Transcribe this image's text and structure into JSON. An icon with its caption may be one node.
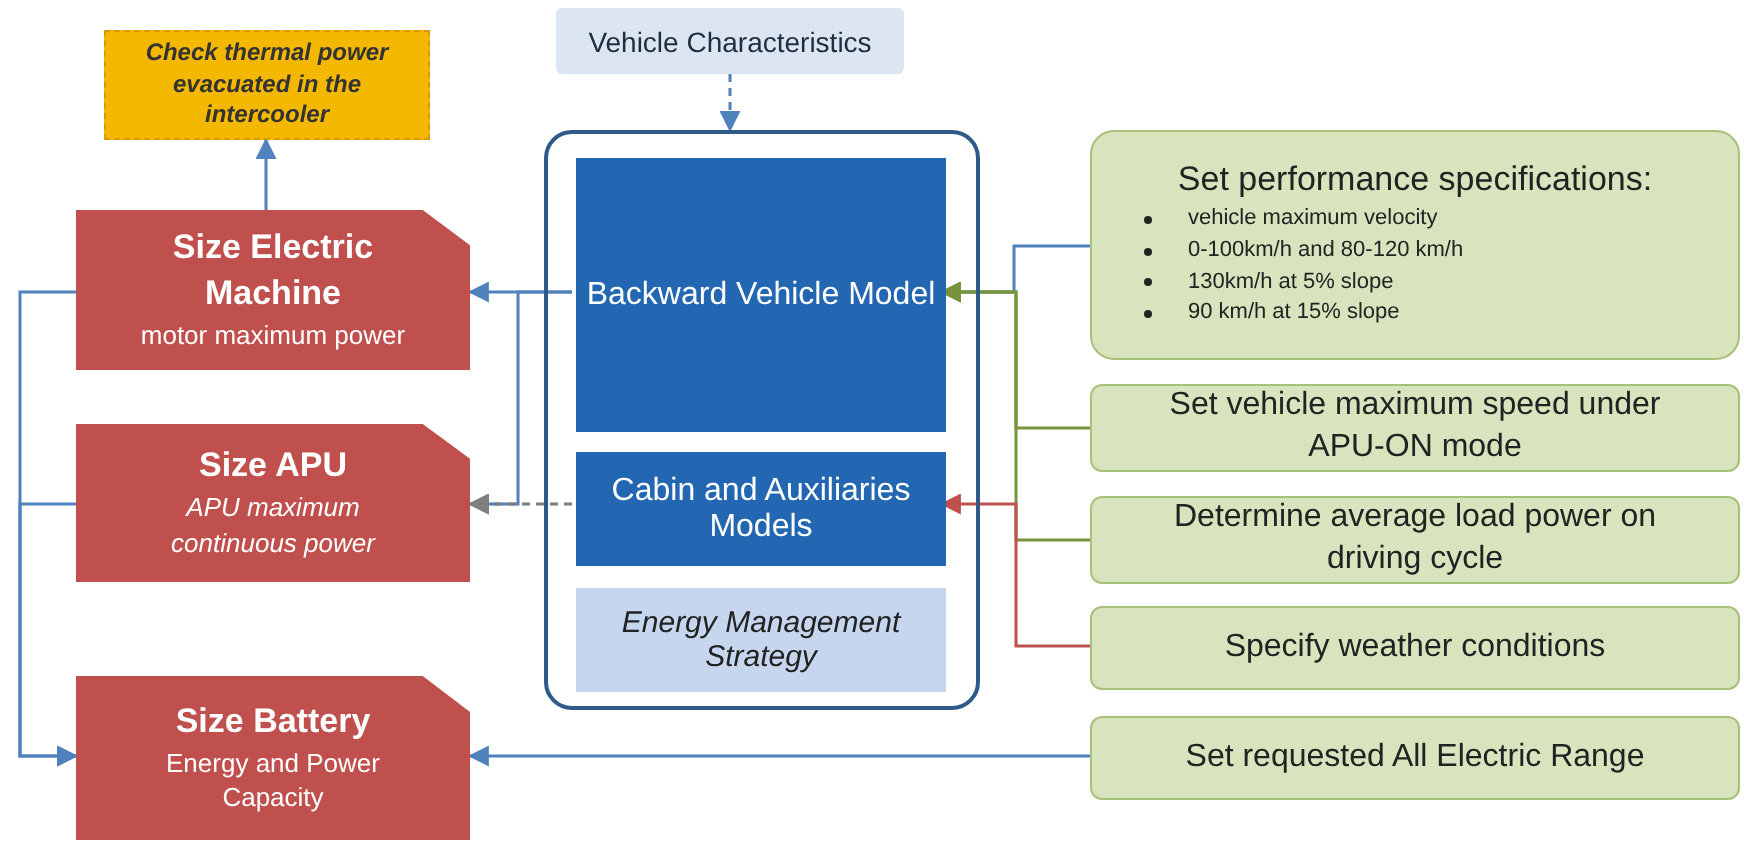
{
  "diagram": {
    "nodes": [
      {
        "text": [
          "Vehicle Characteristics"
        ]
      },
      {
        "text": [],
        "shape": "box"
      },
      {
        "text": [
          "Backward Vehicle Model"
        ],
        "in": 1
      },
      {
        "text": [
          "Cabin and Auxiliaries Models"
        ],
        "in": 1
      },
      {
        "text": [
          "Energy Management Strategy"
        ],
        "in": 1
      },
      {
        "text": [
          "Check thermal power evacuated in the intercooler"
        ]
      },
      {
        "text": [
          "Size Electric Machine",
          "motor maximum power"
        ]
      },
      {
        "text": [
          "Size APU",
          "APU maximum continuous power"
        ]
      },
      {
        "text": [
          "Size Battery",
          "Energy and Power Capacity"
        ]
      },
      {
        "text": [
          "Set performance specifications:",
          "vehicle maximum velocity",
          "0-100km/h and 80-120 km/h",
          "130km/h at 5% slope",
          "90 km/h at 15% slope"
        ]
      },
      {
        "text": [
          "Set vehicle maximum speed under APU-ON mode"
        ]
      },
      {
        "text": [
          "Determine average load power on driving cycle"
        ]
      },
      {
        "text": [
          "Specify weather conditions"
        ]
      },
      {
        "text": [
          "Set requested All Electric Range"
        ]
      }
    ],
    "edges": [
      {
        "from": 0,
        "to": 1,
        "arrow": "to",
        "style": "dashed"
      },
      {
        "from": 6,
        "to": 5,
        "arrow": "to"
      },
      {
        "from": 2,
        "to": 6,
        "arrow": "to"
      },
      {
        "from": 2,
        "to": 7,
        "arrow": "to"
      },
      {
        "from": 3,
        "to": 7,
        "arrow": "to",
        "style": "dashed",
        "color": "#7f7f7f"
      },
      {
        "from": 6,
        "to": 8,
        "arrow": "to"
      },
      {
        "from": 7,
        "to": 8,
        "arrow": "to"
      },
      {
        "from": 13,
        "to": 8,
        "arrow": "to"
      },
      {
        "from": 9,
        "to": 2,
        "arrow": "to"
      },
      {
        "from": 10,
        "to": 2,
        "arrow": "to",
        "color": "#77933c"
      },
      {
        "from": 11,
        "to": 2,
        "arrow": "to",
        "color": "#77933c"
      },
      {
        "from": 12,
        "to": 3,
        "arrow": "to",
        "color": "#c0504d"
      }
    ]
  }
}
